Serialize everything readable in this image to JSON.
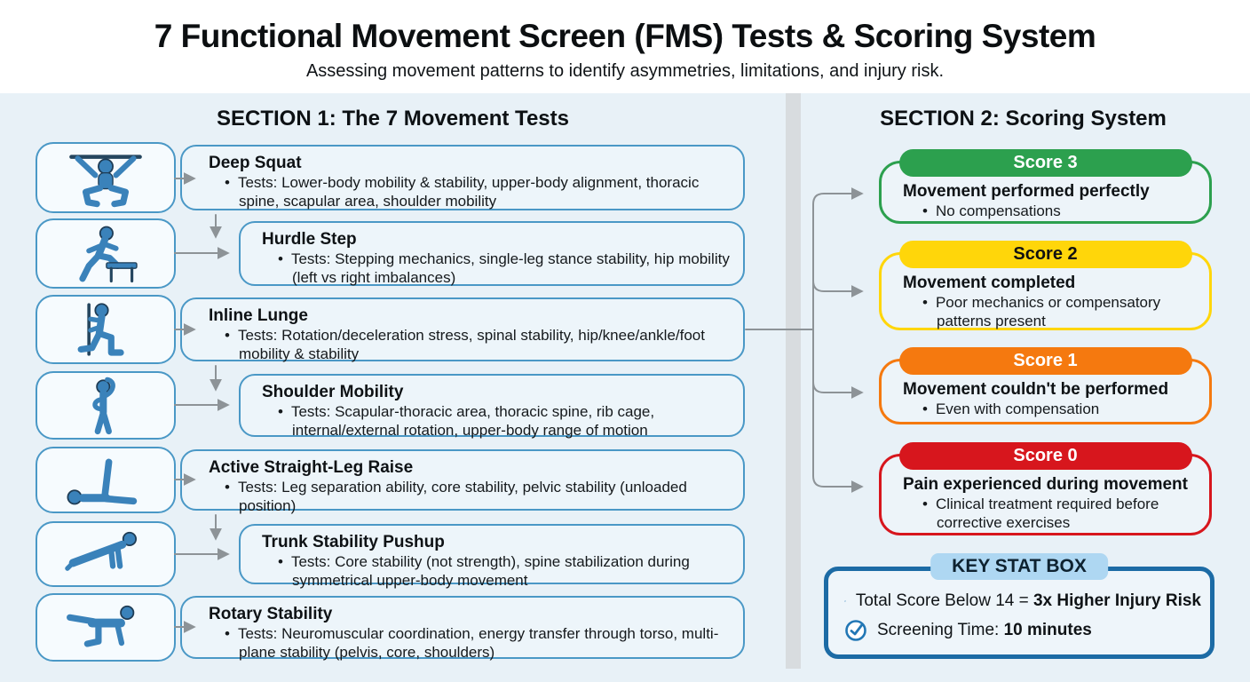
{
  "header": {
    "title": "7 Functional Movement Screen (FMS) Tests & Scoring System",
    "subtitle": "Assessing movement patterns to identify asymmetries, limitations, and injury risk."
  },
  "section1": {
    "heading": "SECTION 1: The 7 Movement Tests",
    "tests": [
      {
        "name": "Deep Squat",
        "icon": "deep-squat-icon",
        "bullet": "Tests: Lower-body mobility & stability, upper-body alignment, thoracic spine, scapular area, shoulder mobility"
      },
      {
        "name": "Hurdle Step",
        "icon": "hurdle-step-icon",
        "bullet": "Tests: Stepping mechanics, single-leg stance stability, hip mobility (left vs right imbalances)"
      },
      {
        "name": "Inline Lunge",
        "icon": "inline-lunge-icon",
        "bullet": "Tests: Rotation/deceleration stress, spinal stability, hip/knee/ankle/foot mobility & stability"
      },
      {
        "name": "Shoulder Mobility",
        "icon": "shoulder-mobility-icon",
        "bullet": "Tests: Scapular-thoracic area, thoracic spine, rib cage, internal/external rotation, upper-body range of motion"
      },
      {
        "name": "Active Straight-Leg Raise",
        "icon": "straight-leg-raise-icon",
        "bullet": "Tests: Leg separation ability, core stability, pelvic stability (unloaded position)"
      },
      {
        "name": "Trunk Stability Pushup",
        "icon": "pushup-icon",
        "bullet": "Tests: Core stability (not strength), spine stabilization during symmetrical upper-body movement"
      },
      {
        "name": "Rotary Stability",
        "icon": "rotary-stability-icon",
        "bullet": "Tests: Neuromuscular coordination, energy transfer through torso, multi-plane stability (pelvis, core, shoulders)"
      }
    ]
  },
  "section2": {
    "heading": "SECTION 2: Scoring System",
    "scores": [
      {
        "label": "Score 3",
        "color": "#2ca04e",
        "text_color": "#ffffff",
        "headline": "Movement performed perfectly",
        "bullet": "No compensations"
      },
      {
        "label": "Score 2",
        "color": "#ffd60a",
        "text_color": "#111111",
        "headline": "Movement completed",
        "bullet": "Poor mechanics or compensatory patterns present"
      },
      {
        "label": "Score 1",
        "color": "#f5790f",
        "text_color": "#ffffff",
        "headline": "Movement couldn't be performed",
        "bullet": "Even with compensation"
      },
      {
        "label": "Score 0",
        "color": "#d7161d",
        "text_color": "#ffffff",
        "headline": "Pain experienced during movement",
        "bullet": "Clinical treatment required before corrective exercises"
      }
    ]
  },
  "key_stat_box": {
    "title": "KEY STAT BOX",
    "stats": [
      {
        "icon": "check-circle-icon",
        "prefix": "Total Score Below 14 = ",
        "bold": "3x Higher Injury Risk"
      },
      {
        "icon": "check-circle-icon",
        "prefix": "Screening Time: ",
        "bold": "10 minutes"
      }
    ]
  },
  "colors": {
    "panel_bg": "#e8f1f7",
    "accent_blue": "#4a98c6",
    "figure_blue": "#3a82ba",
    "connector_gray": "#8d9397",
    "divider_gray": "#d8dcdf",
    "stat_border_blue": "#1c6ba5",
    "stat_pill_blue": "#aed7f2"
  }
}
